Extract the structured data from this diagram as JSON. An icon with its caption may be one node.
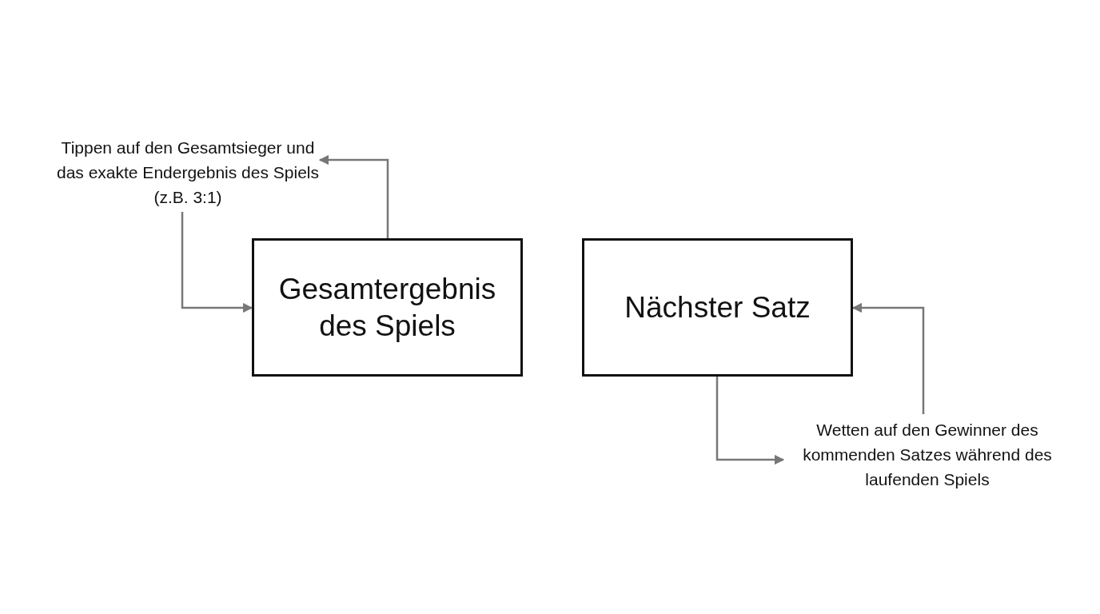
{
  "diagram": {
    "nodes": [
      {
        "text": [
          "Tippen auf den Gesamtsieger und das exakte Endergebnis des Spiels (z.B. 3:1)"
        ]
      },
      {
        "text": [
          "Gesamtergebnis des Spiels"
        ]
      },
      {
        "text": [
          "Nächster Satz"
        ]
      },
      {
        "text": [
          "Wetten auf den Gewinner des kommenden Satzes während des laufenden Spiels"
        ]
      }
    ],
    "edges": [
      {
        "from": 0,
        "to": 1,
        "arrow": "to"
      },
      {
        "from": 1,
        "to": 0,
        "arrow": "to"
      },
      {
        "from": 2,
        "to": 3,
        "arrow": "to"
      },
      {
        "from": 3,
        "to": 2,
        "arrow": "to"
      }
    ]
  }
}
